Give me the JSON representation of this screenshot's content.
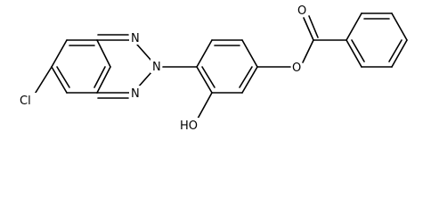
{
  "atoms": {
    "chlorine": "Cl",
    "nitrogen_top": "N",
    "nitrogen_middle": "N",
    "nitrogen_bottom": "N",
    "hydroxyl": "HO",
    "ester_oxygen": "O",
    "carbonyl_oxygen": "O"
  }
}
